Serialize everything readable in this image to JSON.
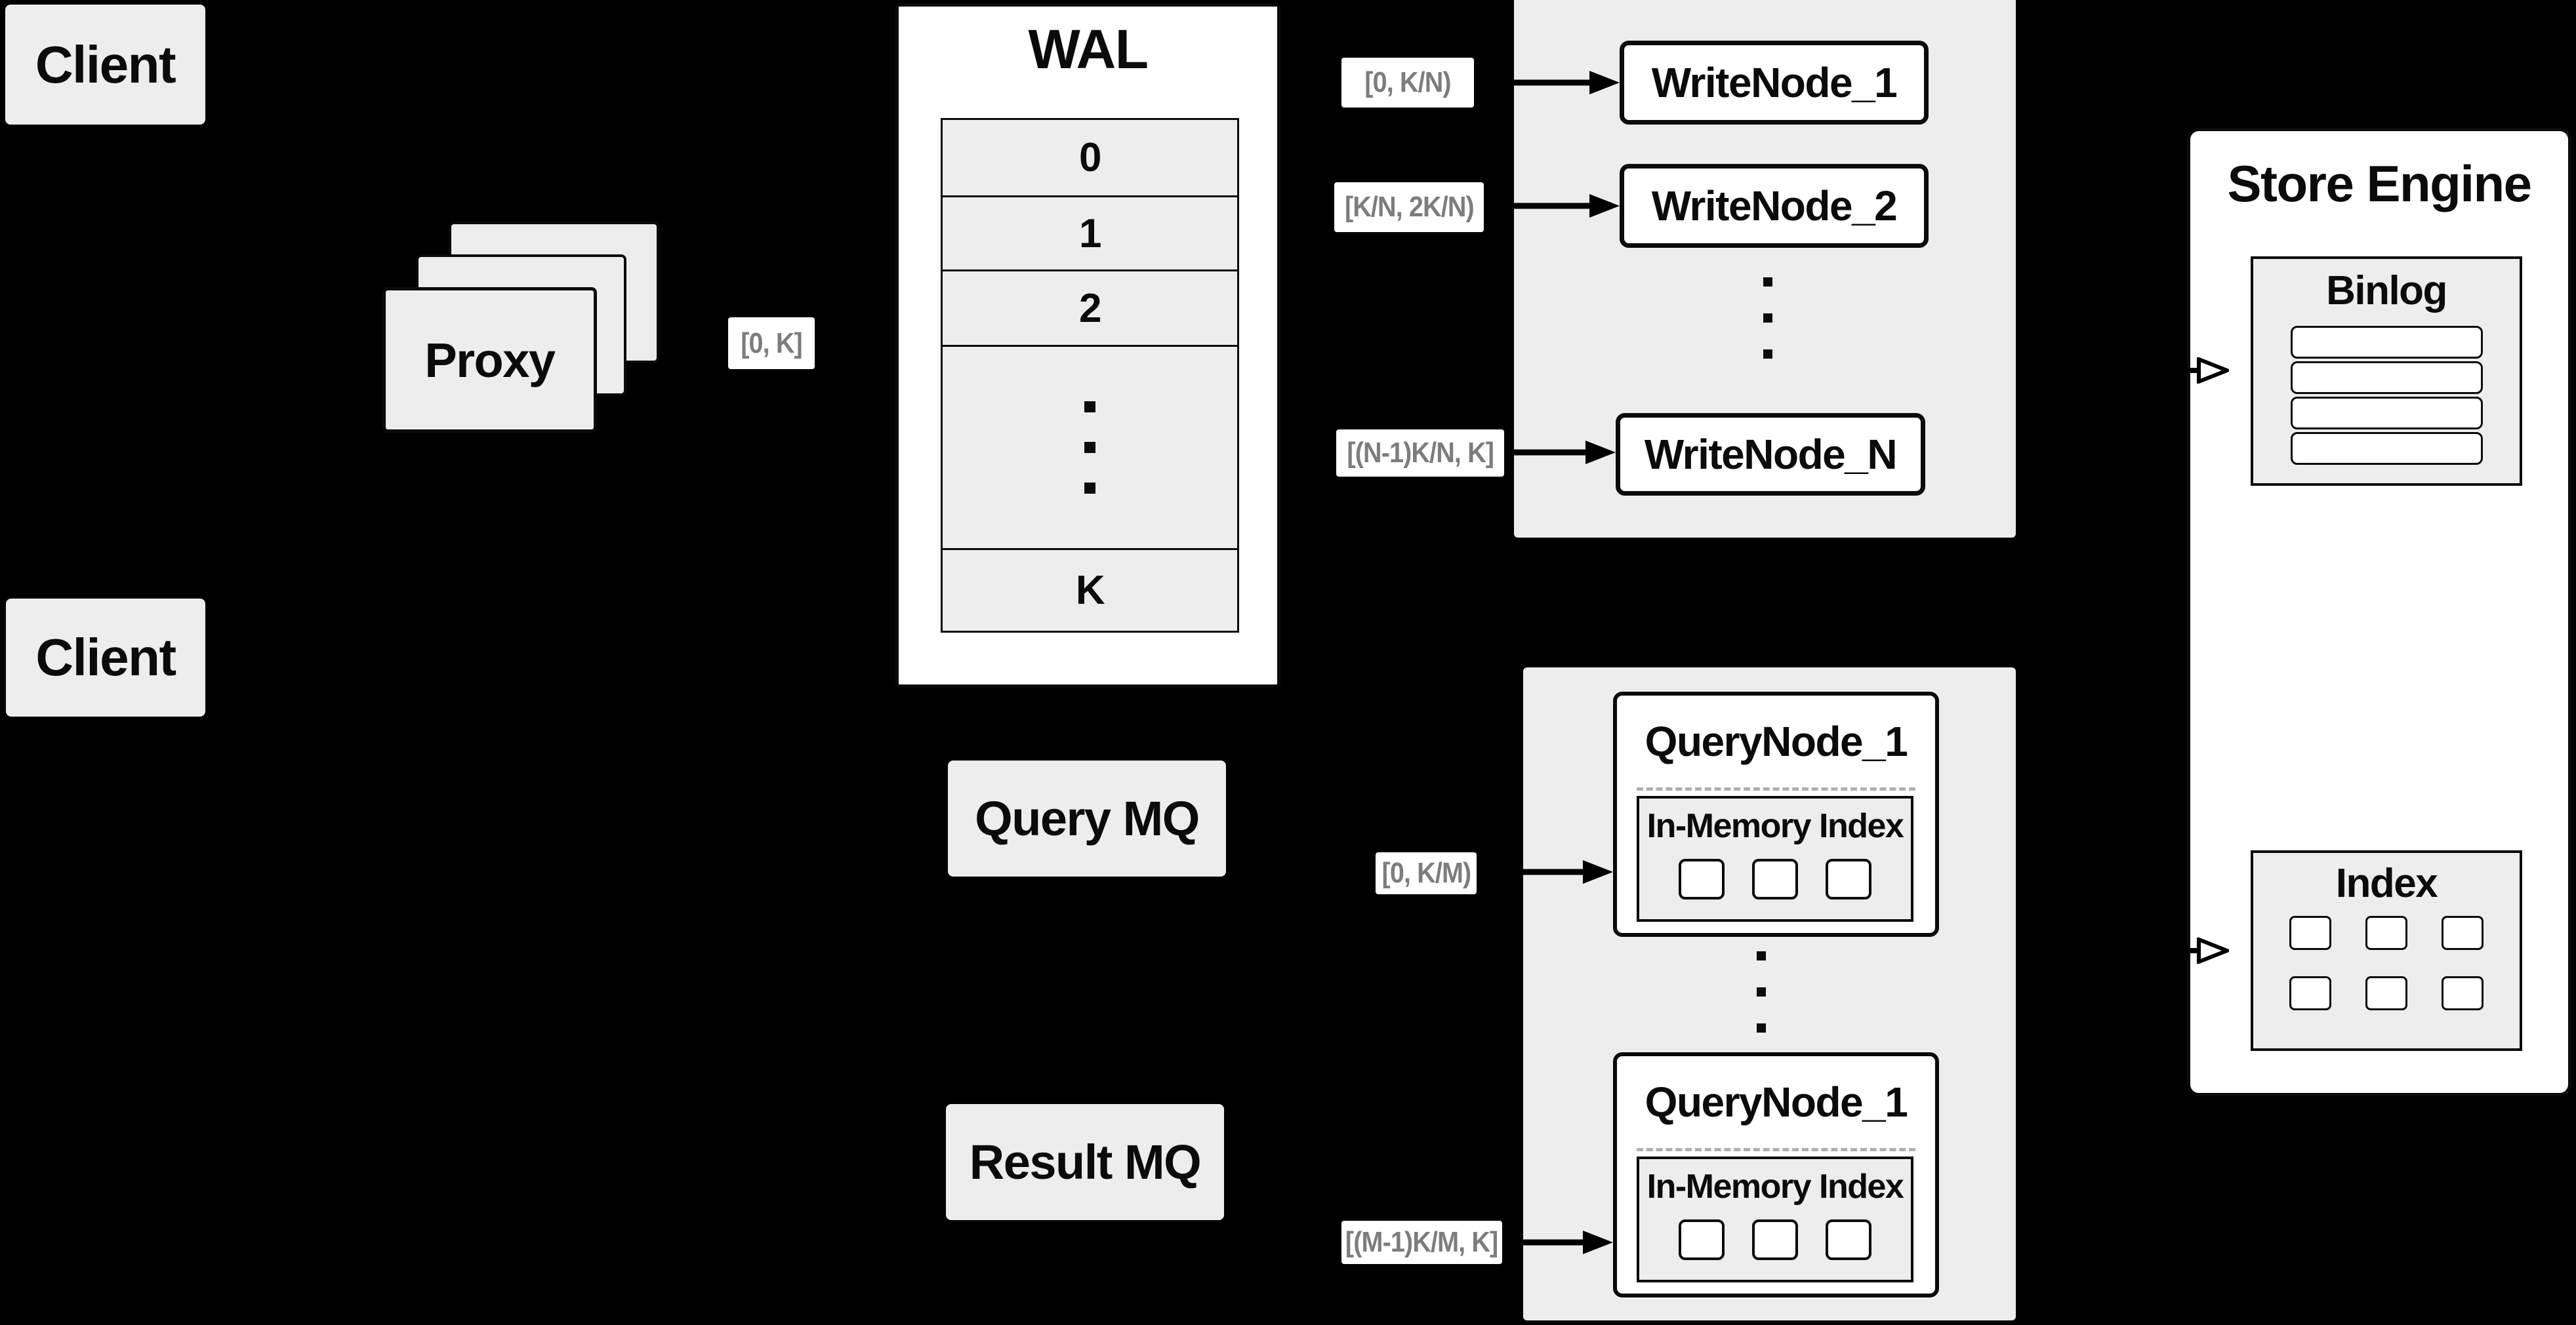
{
  "colors": {
    "background": "#000000",
    "panel_gray": "#ededed",
    "node_white": "#ffffff",
    "line_black": "#000000",
    "range_label_text": "#7d7d7d",
    "dashed_divider": "#b0b0b0"
  },
  "clients": {
    "top_label": "Client",
    "bottom_label": "Client"
  },
  "proxy": {
    "label": "Proxy"
  },
  "proxy_range_label": "[0, K]",
  "wal": {
    "title": "WAL",
    "segments": [
      "0",
      "1",
      "2",
      "K"
    ]
  },
  "write_section": {
    "range_labels": [
      "[0, K/N)",
      "[K/N, 2K/N)",
      "[(N-1)K/N, K]"
    ],
    "nodes": [
      "WriteNode_1",
      "WriteNode_2",
      "WriteNode_N"
    ]
  },
  "query_section": {
    "range_labels": [
      "[0, K/M)",
      "[(M-1)K/M, K]"
    ],
    "nodes": [
      {
        "title": "QueryNode_1",
        "subtitle": "In-Memory Index"
      },
      {
        "title": "QueryNode_1",
        "subtitle": "In-Memory Index"
      }
    ]
  },
  "mq": {
    "query_label": "Query MQ",
    "result_label": "Result MQ"
  },
  "store_engine": {
    "title": "Store Engine",
    "binlog_title": "Binlog",
    "index_title": "Index"
  }
}
